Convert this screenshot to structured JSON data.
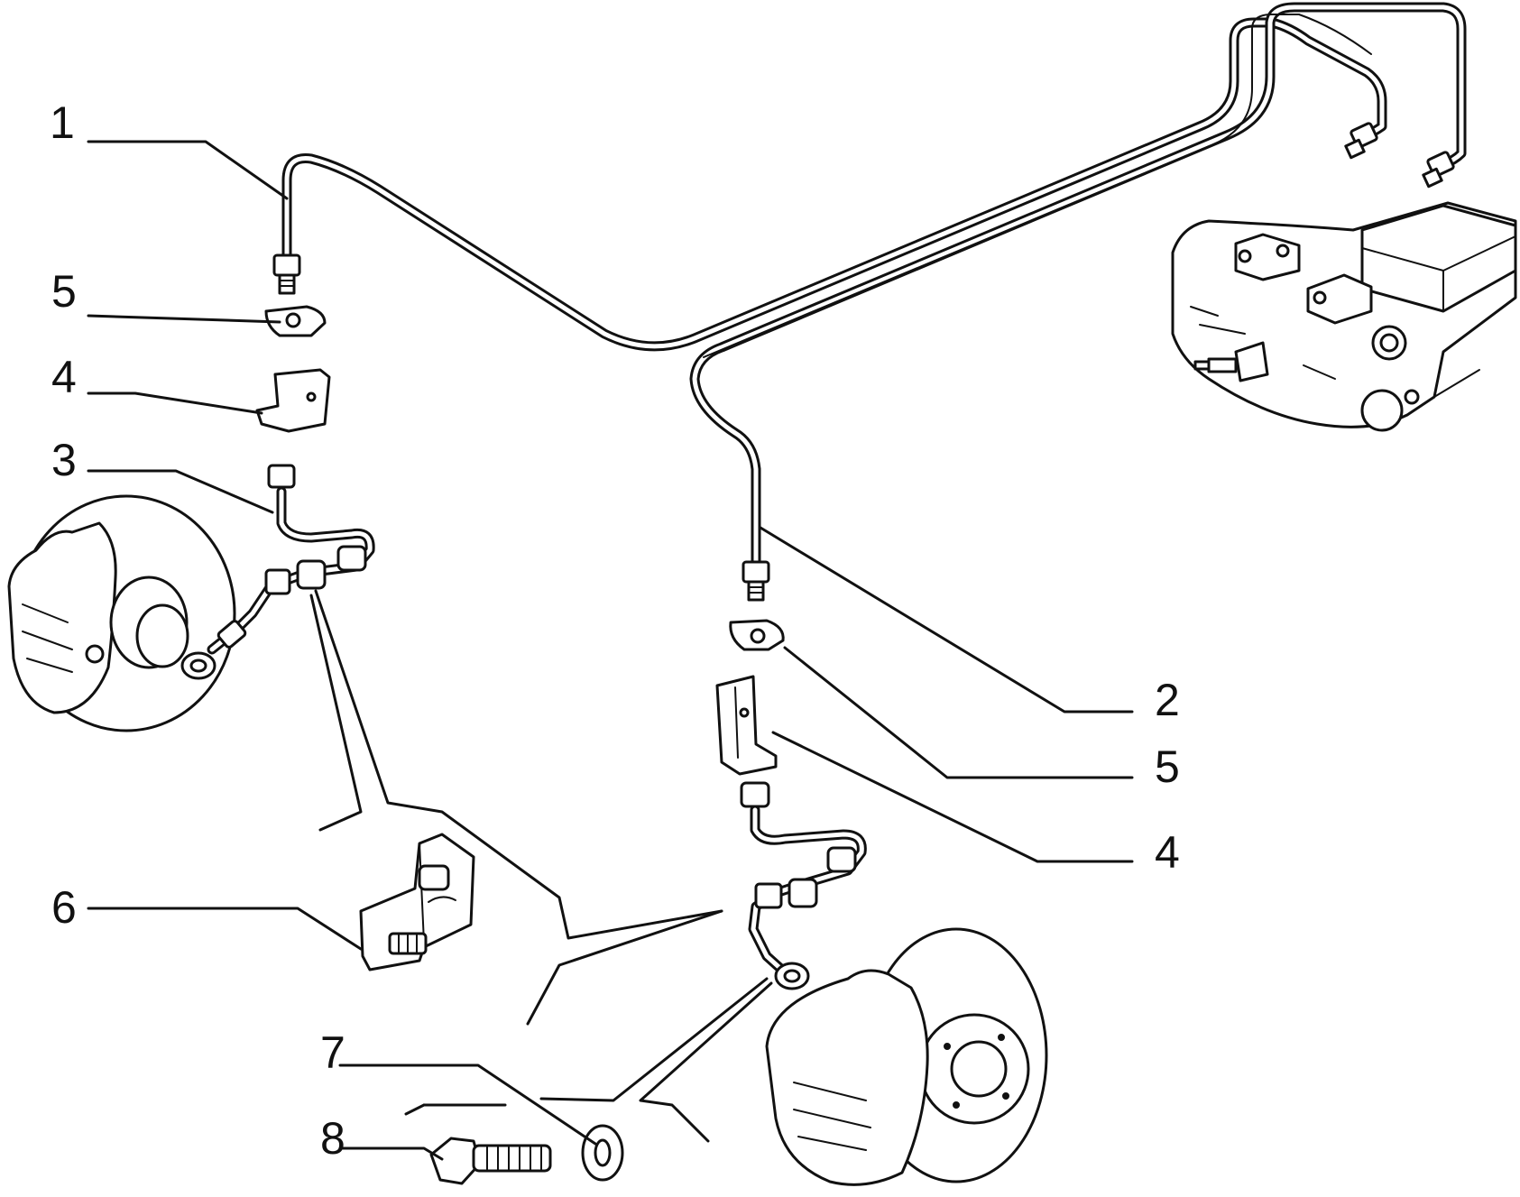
{
  "callouts": [
    {
      "id": "1",
      "text": "1"
    },
    {
      "id": "5a",
      "text": "5"
    },
    {
      "id": "4a",
      "text": "4"
    },
    {
      "id": "3",
      "text": "3"
    },
    {
      "id": "6",
      "text": "6"
    },
    {
      "id": "7",
      "text": "7"
    },
    {
      "id": "8",
      "text": "8"
    },
    {
      "id": "2",
      "text": "2"
    },
    {
      "id": "5b",
      "text": "5"
    },
    {
      "id": "4b",
      "text": "4"
    }
  ]
}
